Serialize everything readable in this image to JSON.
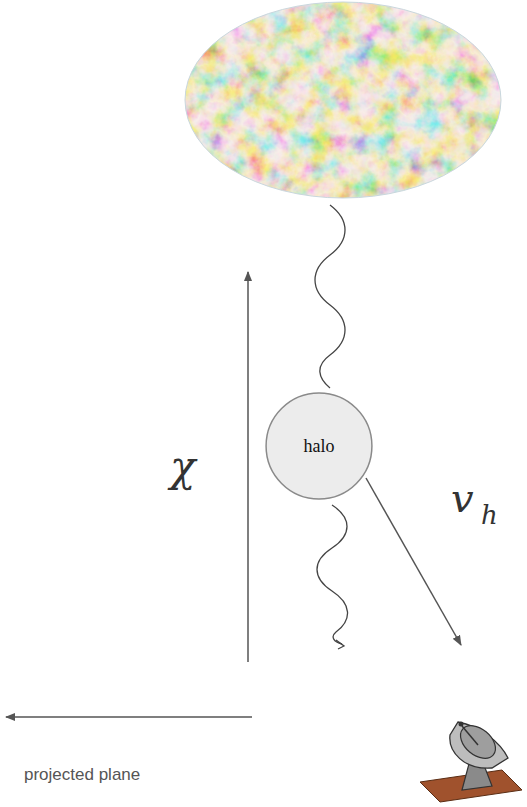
{
  "diagram": {
    "nodes": [
      {
        "text": [
          "halo"
        ]
      }
    ],
    "labels": [
      "χ",
      "v",
      "h",
      "projected plane"
    ]
  }
}
